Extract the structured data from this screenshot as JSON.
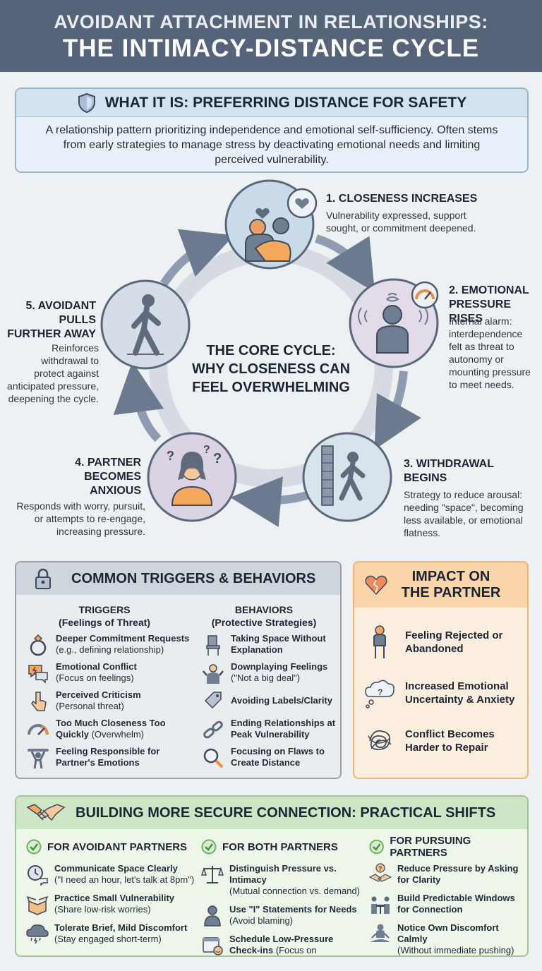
{
  "header": {
    "line1": "AVOIDANT ATTACHMENT IN RELATIONSHIPS:",
    "line2": "THE INTIMACY-DISTANCE CYCLE"
  },
  "what": {
    "title": "WHAT IT IS: PREFERRING DISTANCE FOR SAFETY",
    "description": "A relationship pattern prioritizing independence and emotional self-sufficiency. Often stems from early strategies to manage stress by deactivating emotional needs and limiting perceived vulnerability."
  },
  "cycle": {
    "core_line1": "THE CORE CYCLE:",
    "core_line2": "WHY CLOSENESS CAN",
    "core_line3": "FEEL OVERWHELMING",
    "steps": [
      {
        "title": "1. CLOSENESS INCREASES",
        "desc_l1": "Vulnerability expressed, support",
        "desc_l2": "sought, or commitment deepened."
      },
      {
        "title_l1": "2. EMOTIONAL",
        "title_l2": "PRESSURE RISES",
        "desc_l1": "Internal alarm:",
        "desc_l2": "interdependence",
        "desc_l3": "felt as threat to",
        "desc_l4": "autonomy or",
        "desc_l5": "mounting pressure",
        "desc_l6": "to meet needs."
      },
      {
        "title_l1": "3. WITHDRAWAL",
        "title_l2": "BEGINS",
        "desc_l1": "Strategy to reduce arousal:",
        "desc_l2": "needing \"space\", becoming",
        "desc_l3": "less available, or emotional",
        "desc_l4": "flatness."
      },
      {
        "title_l1": "4. PARTNER",
        "title_l2": "BECOMES",
        "title_l3": "ANXIOUS",
        "desc_l1": "Responds with worry, pursuit,",
        "desc_l2": "or attempts to re-engage,",
        "desc_l3": "increasing pressure."
      },
      {
        "title_l1": "5. AVOIDANT",
        "title_l2": "PULLS",
        "title_l3": "FURTHER AWAY",
        "desc_l1": "Reinforces",
        "desc_l2": "withdrawal to",
        "desc_l3": "protect against",
        "desc_l4": "anticipated pressure,",
        "desc_l5": "deepening the cycle."
      }
    ]
  },
  "triggers": {
    "title": "COMMON TRIGGERS & BEHAVIORS",
    "triggers_head": "TRIGGERS",
    "triggers_sub": "(Feelings of Threat)",
    "behaviors_head": "BEHAVIORS",
    "behaviors_sub": "(Protective Strategies)",
    "trigger_items": [
      {
        "bold": "Deeper Commitment Requests",
        "sub": "(e.g., defining relationship)",
        "icon": "ring-icon"
      },
      {
        "bold": "Emotional Conflict",
        "sub": "(Focus on feelings)",
        "icon": "speech-conflict-icon"
      },
      {
        "bold": "Perceived Criticism",
        "sub": "(Personal threat)",
        "icon": "pointing-hand-icon"
      },
      {
        "bold": "Too Much Closeness Too",
        "bold2": "Quickly",
        "sub": "(Overwhelm)",
        "icon": "gauge-icon"
      },
      {
        "bold": "Feeling Responsible for",
        "sub": "Partner's Emotions",
        "icon": "weight-lifting-icon"
      }
    ],
    "behavior_items": [
      {
        "bold": "Taking Space Without",
        "sub": "Explanation",
        "icon": "empty-chair-icon"
      },
      {
        "bold": "Downplaying Feelings",
        "sub": "(\"Not a big deal\")",
        "icon": "shrug-icon"
      },
      {
        "bold": "Avoiding Labels/Clarity",
        "sub": "",
        "icon": "tag-icon"
      },
      {
        "bold": "Ending Relationships at",
        "sub": "Peak Vulnerability",
        "icon": "broken-chain-icon"
      },
      {
        "bold": "Focusing on Flaws to",
        "sub": "Create Distance",
        "icon": "magnifier-icon"
      }
    ]
  },
  "impact": {
    "title_l1": "IMPACT ON",
    "title_l2": "THE PARTNER",
    "items": [
      {
        "l1": "Feeling Rejected or",
        "l2": "Abandoned",
        "icon": "lonely-person-icon"
      },
      {
        "l1": "Increased Emotional",
        "l2": "Uncertainty & Anxiety",
        "icon": "thought-cloud-icon"
      },
      {
        "l1": "Conflict Becomes",
        "l2": "Harder to Repair",
        "icon": "tangle-icon"
      }
    ]
  },
  "build": {
    "title": "BUILDING MORE SECURE CONNECTION: PRACTICAL SHIFTS",
    "columns": [
      {
        "head": "FOR AVOIDANT PARTNERS",
        "items": [
          {
            "bold": "Communicate Space Clearly",
            "sub": "(\"I need an hour, let's talk at 8pm\")",
            "icon": "clock-chat-icon"
          },
          {
            "bold": "Practice Small Vulnerability",
            "sub": "(Share low-risk worries)",
            "icon": "open-box-icon"
          },
          {
            "bold": "Tolerate Brief, Mild Discomfort",
            "sub": "(Stay engaged short-term)",
            "icon": "storm-cloud-icon"
          }
        ]
      },
      {
        "head": "FOR BOTH PARTNERS",
        "items": [
          {
            "bold": "Distinguish Pressure vs. Intimacy",
            "sub": "(Mutual connection vs. demand)",
            "icon": "scales-icon"
          },
          {
            "bold": "Use \"I\" Statements for Needs",
            "sub": "(Avoid blaming)",
            "icon": "person-icon"
          },
          {
            "bold": "Schedule Low-Pressure",
            "bold2": "Check-ins",
            "sub": "(Focus on appreciation)",
            "icon": "calendar-icon"
          }
        ]
      },
      {
        "head": "FOR PURSUING PARTNERS",
        "items": [
          {
            "bold": "Reduce Pressure by Asking",
            "sub": "for Clarity",
            "icon": "handshake-question-icon"
          },
          {
            "bold": "Build Predictable Windows",
            "sub": "for Connection",
            "icon": "couple-table-icon"
          },
          {
            "bold": "Notice Own Discomfort Calmly",
            "sub": "(Without immediate pushing)",
            "icon": "meditation-icon"
          }
        ]
      }
    ]
  },
  "colors": {
    "header_bg": "#556478",
    "what_bg": "#e8f1f9",
    "trig_bg": "#eaedf0",
    "impact_bg": "#fbeedf",
    "build_bg": "#eef6ea",
    "accent_orange": "#f4a95c",
    "accent_green": "#6cb05a"
  }
}
